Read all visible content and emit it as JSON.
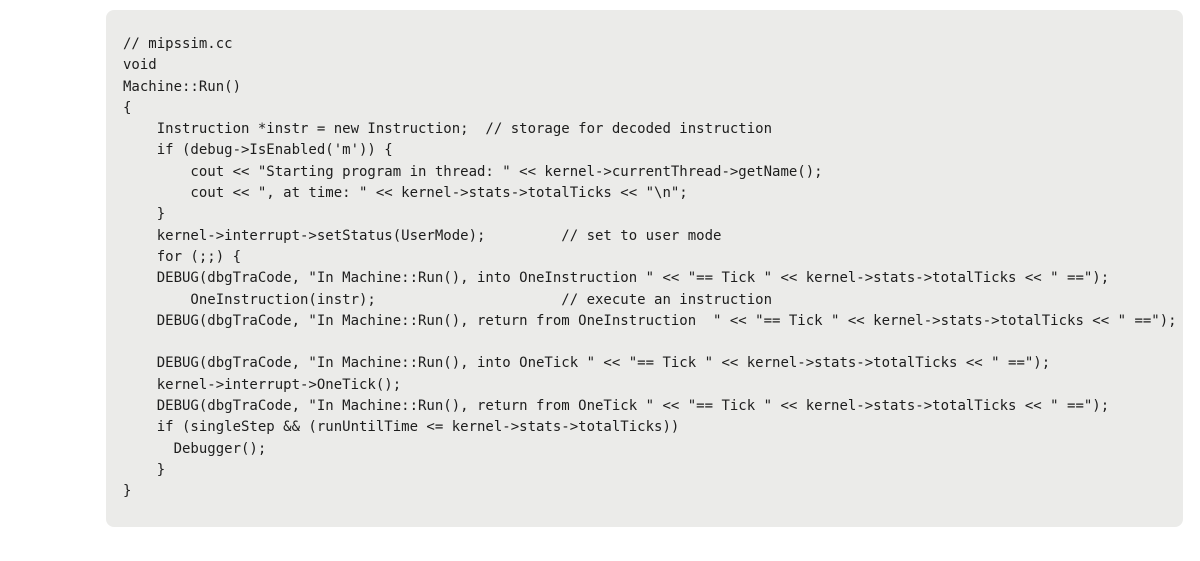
{
  "page": {
    "background_color": "#ffffff"
  },
  "code_block": {
    "background_color": "#ebebe9",
    "text_color": "#1d1d1d",
    "lines": [
      "// mipssim.cc",
      "void",
      "Machine::Run()",
      "{",
      "    Instruction *instr = new Instruction;  // storage for decoded instruction",
      "    if (debug->IsEnabled('m')) {",
      "        cout << \"Starting program in thread: \" << kernel->currentThread->getName();",
      "        cout << \", at time: \" << kernel->stats->totalTicks << \"\\n\";",
      "    }",
      "    kernel->interrupt->setStatus(UserMode);         // set to user mode",
      "    for (;;) {",
      "    DEBUG(dbgTraCode, \"In Machine::Run(), into OneInstruction \" << \"== Tick \" << kernel->stats->totalTicks << \" ==\");",
      "        OneInstruction(instr);                      // execute an instruction",
      "    DEBUG(dbgTraCode, \"In Machine::Run(), return from OneInstruction  \" << \"== Tick \" << kernel->stats->totalTicks << \" ==\");",
      "",
      "    DEBUG(dbgTraCode, \"In Machine::Run(), into OneTick \" << \"== Tick \" << kernel->stats->totalTicks << \" ==\");",
      "    kernel->interrupt->OneTick();",
      "    DEBUG(dbgTraCode, \"In Machine::Run(), return from OneTick \" << \"== Tick \" << kernel->stats->totalTicks << \" ==\");",
      "    if (singleStep && (runUntilTime <= kernel->stats->totalTicks))",
      "      Debugger();",
      "    }",
      "}"
    ]
  }
}
